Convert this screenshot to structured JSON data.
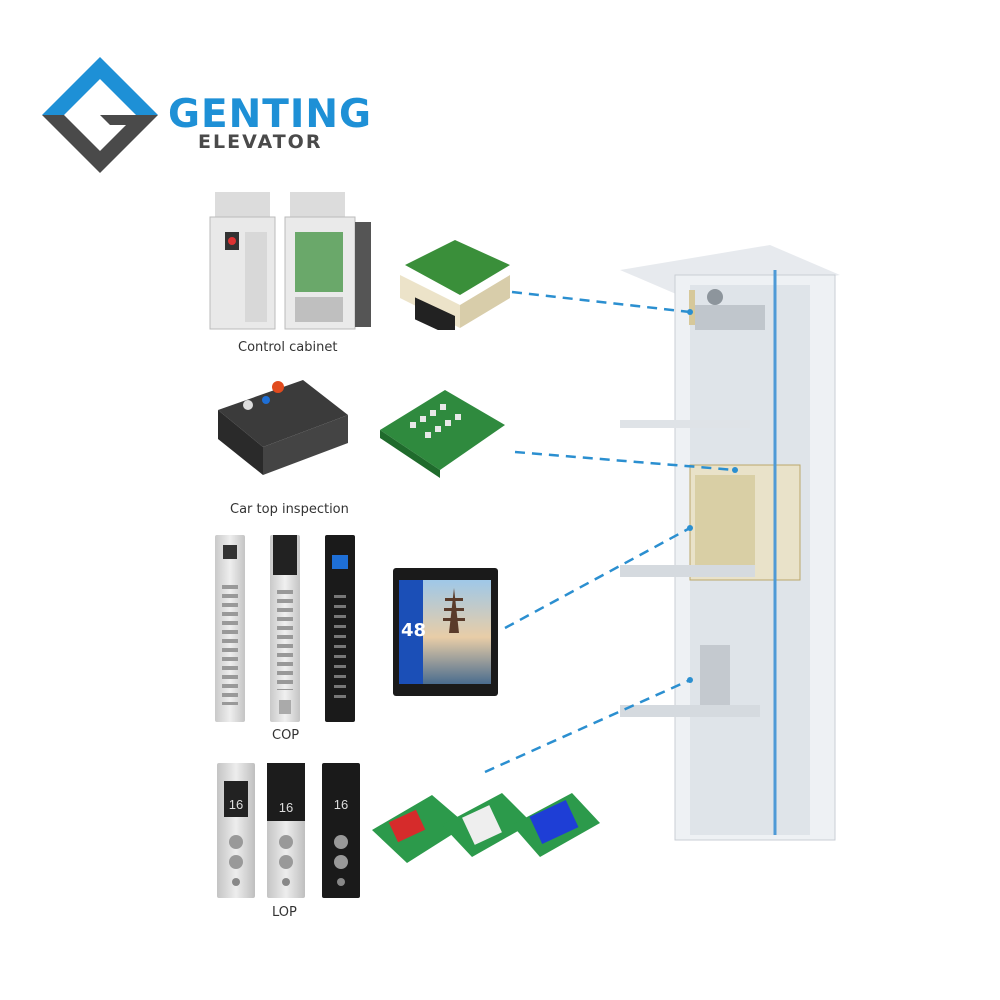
{
  "brand": {
    "name": "GENTING",
    "subtitle": "ELEVATOR",
    "primary_color": "#1e90d6",
    "secondary_color": "#4a4a4a"
  },
  "components": [
    {
      "caption": "Control cabinet",
      "icon": "control-cabinet-icon"
    },
    {
      "caption": "Car top inspection",
      "icon": "inspection-box-icon"
    },
    {
      "caption": "COP",
      "icon": "car-operating-panel-icon"
    },
    {
      "caption": "LOP",
      "icon": "landing-operating-panel-icon"
    }
  ],
  "display": {
    "floor": "48",
    "segment_floor": "16"
  },
  "connector_color": "#2b8fd0"
}
